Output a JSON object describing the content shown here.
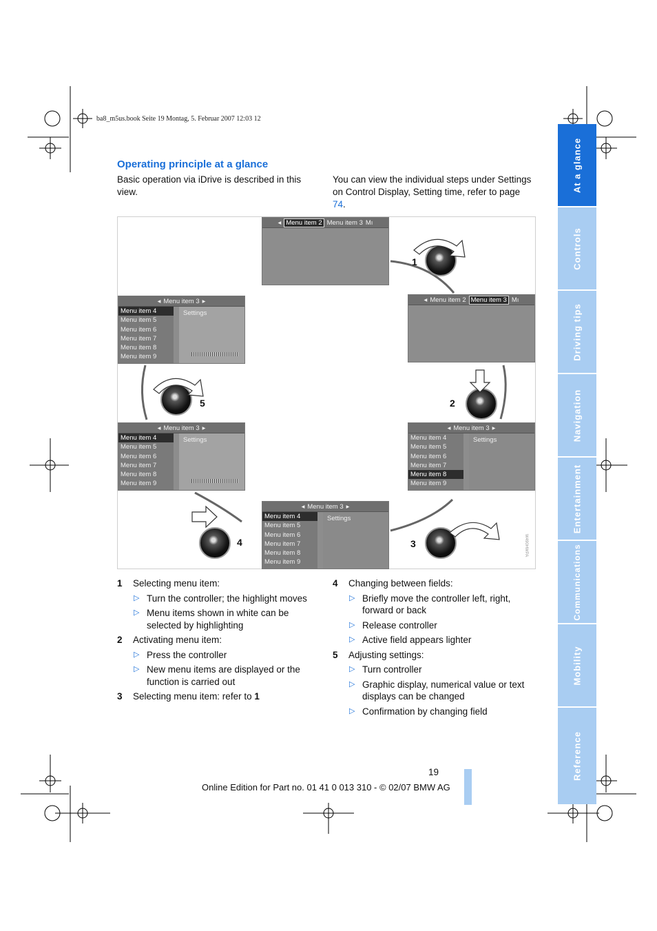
{
  "header": {
    "print_line": "ba8_m5us.book  Seite 19  Montag, 5. Februar 2007  12:03 12"
  },
  "section": {
    "title": "Operating principle at a glance",
    "intro_left": "Basic operation via iDrive is described in this view.",
    "intro_right_pre": "You can view the individual steps under Settings on Control Display, Setting time, refer to page ",
    "intro_right_link": "74",
    "intro_right_post": "."
  },
  "figure": {
    "screens": {
      "s1": {
        "tabs": [
          "Menu item 2",
          "Menu item 3",
          "Mı"
        ]
      },
      "s2": {
        "tabs": [
          "Menu item 2",
          "Menu item 3",
          "Mı"
        ]
      },
      "s5": {
        "title": "Menu item 3",
        "items": [
          "Menu item 4",
          "Menu item 5",
          "Menu item 6",
          "Menu item 7",
          "Menu item 8",
          "Menu item 9"
        ],
        "side": "Settings"
      },
      "s4l": {
        "title": "Menu item 3",
        "items": [
          "Menu item 4",
          "Menu item 5",
          "Menu item 6",
          "Menu item 7",
          "Menu item 8",
          "Menu item 9"
        ],
        "side": "Settings"
      },
      "s3": {
        "title": "Menu item 3",
        "items": [
          "Menu item 4",
          "Menu item 5",
          "Menu item 6",
          "Menu item 7",
          "Menu item 8",
          "Menu item 9"
        ],
        "side": "Settings"
      },
      "s4": {
        "title": "Menu item 3",
        "items": [
          "Menu item 4",
          "Menu item 5",
          "Menu item 6",
          "Menu item 7",
          "Menu item 8",
          "Menu item 9"
        ],
        "side": "Settings"
      }
    },
    "step_numbers": [
      "1",
      "2",
      "3",
      "4",
      "5"
    ],
    "image_code": "W490HWPA"
  },
  "steps_left": [
    {
      "num": "1",
      "text": "Selecting menu item:",
      "subs": [
        "Turn the controller; the highlight moves",
        "Menu items shown in white can be selected by highlighting"
      ]
    },
    {
      "num": "2",
      "text": "Activating menu item:",
      "subs": [
        "Press the controller",
        "New menu items are displayed or the function is carried out"
      ]
    },
    {
      "num": "3",
      "text": "Selecting menu item: refer to ",
      "bold_tail": "1",
      "subs": []
    }
  ],
  "steps_right": [
    {
      "num": "4",
      "text": "Changing between fields:",
      "subs": [
        "Briefly move the controller left, right, forward or back",
        "Release controller",
        "Active field appears lighter"
      ]
    },
    {
      "num": "5",
      "text": "Adjusting settings:",
      "subs": [
        "Turn controller",
        "Graphic display, numerical value or text displays can be changed",
        "Confirmation by changing field"
      ]
    }
  ],
  "side_tabs": [
    "At a glance",
    "Controls",
    "Driving tips",
    "Navigation",
    "Entertainment",
    "Communications",
    "Mobility",
    "Reference"
  ],
  "footer": {
    "page_number": "19",
    "edition": "Online Edition for Part no. 01 41 0 013 310 - © 02/07 BMW AG"
  },
  "colors": {
    "accent": "#1a6fd8",
    "tab_inactive": "#a9cdf2"
  }
}
